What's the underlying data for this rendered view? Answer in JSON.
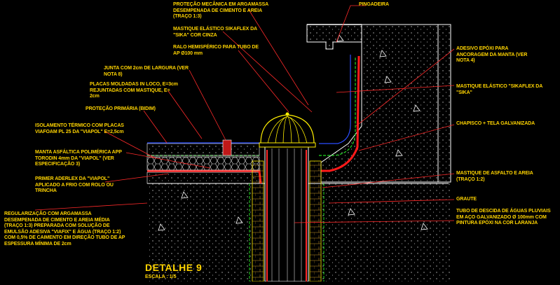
{
  "detail": {
    "title": "DETALHE 9",
    "scale": "ESCALA : 1/5"
  },
  "labels": {
    "pingadeira": "PINGADEIRA",
    "protecao_mecanica": "PROTEÇÃO MECÂNICA EM ARGAMASSA\nDESEMPENADA DE CIMENTO E AREIA\n(TRAÇO 1:3)",
    "mastique_sikaflex_top": "MASTIQUE ELÁSTICO SIKAFLEX DA\n\"SIKA\" COR CINZA",
    "ralo": "RALO HEMISFÉRICO PARA TUBO DE\nAP Ø100 mm",
    "junta": "JUNTA COM 2cm DE LARGURA  (VER\nNOTA 8)",
    "placas": "PLACAS MOLDADAS IN LOCO, E=3cm\nREJUNTADAS COM MASTIQUE, E=\n2cm",
    "protecao_primaria": "PROTEÇÃO PRIMÁRIA (BIDIM)",
    "isolamento": "ISOLAMENTO TÉRMICO COM PLACAS\nVIAFOAM PL 25 DA \"VIAPOL\" E=2,5cm",
    "manta": "MANTA ASFÁLTICA POLIMÉRICA APP\nTORODIN 4mm DA \"VIAPOL\" (VER\nESPECIFICAÇÃO 3)",
    "primer": "PRIMER ADERLEX DA \"VIAPOL\"\nAPLICADO A FRIO COM ROLO OU\nTRINCHA",
    "regularizacao": "REGULARIZAÇÃO COM ARGAMASSA\nDESEMPENADA DE CIMENTO E AREIA MÉDIA\n(TRAÇO 1:3) PREPARADA COM SOLUÇÃO DE\nEMULSÃO ADESIVA \"VIAFIX\" E ÁGUA (TRAÇO 1:2)\nCOM 0,5% DE CAIMENTO EM DIREÇÃO TUBO DE AP\nESPESSURA MÍNIMA DE 2cm",
    "adesivo": "ADESIVO EPÓXI PARA\nANCORAGEM DA MANTA (VER\nNOTA 4)",
    "mastique_sikaflex_right": "MASTIQUE ELÁSTICO \"SIKAFLEX DA\n\"SIKA\"",
    "chapisco": "CHAPISCO + TELA GALVANIZADA",
    "mastique_asfalto": "MASTIQUE DE ASFALTO E AREIA\n(TRAÇO 1:2)",
    "graute": "GRAUTE",
    "tubo": "TUBO DE DESCIDA DE ÁGUAS PLUVIAIS\nEM AÇO GALVANIZADO Ø 100mm COM\nPINTURA EPÓXI NA COR LARANJA"
  },
  "colors": {
    "label_text": "#ffd400",
    "leader": "#ff2a2a",
    "concrete_outline": "#ffffff",
    "membrane": "#ff1a1a",
    "insulation": "#2b4dff",
    "bidim": "#22dd22",
    "grout": "#ffee00"
  }
}
